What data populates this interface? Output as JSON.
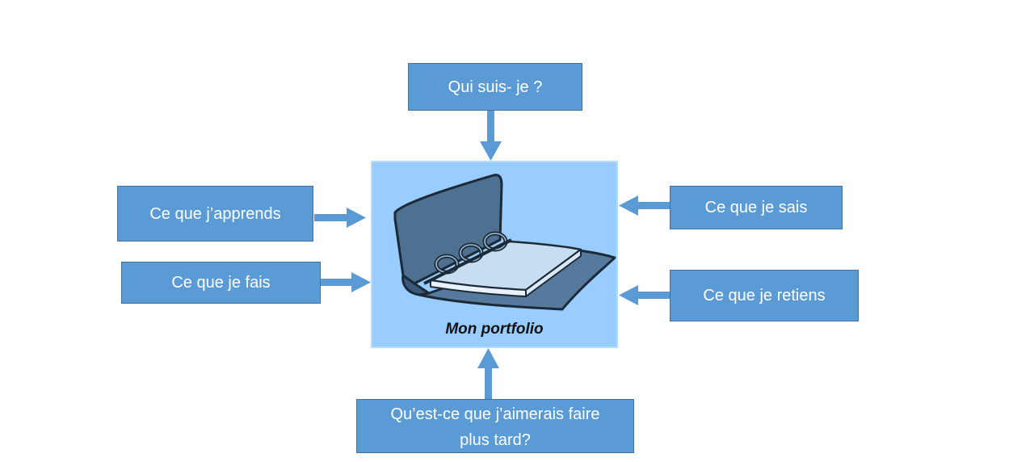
{
  "diagram": {
    "center_label": "Mon portfolio",
    "nodes": {
      "top": "Qui suis- je ?",
      "left_1": "Ce que j’apprends",
      "left_2": "Ce que je fais",
      "right_1": "Ce que je sais",
      "right_2": "Ce que je retiens",
      "bottom_line1": "Qu’est-ce que j’aimerais faire",
      "bottom_line2": "plus tard?"
    },
    "colors": {
      "box_fill": "#5b9bd5",
      "box_border": "#41719c",
      "center_fill": "#99ccff",
      "arrow": "#5b9bd5"
    },
    "center_icon": "ring-binder-icon"
  }
}
